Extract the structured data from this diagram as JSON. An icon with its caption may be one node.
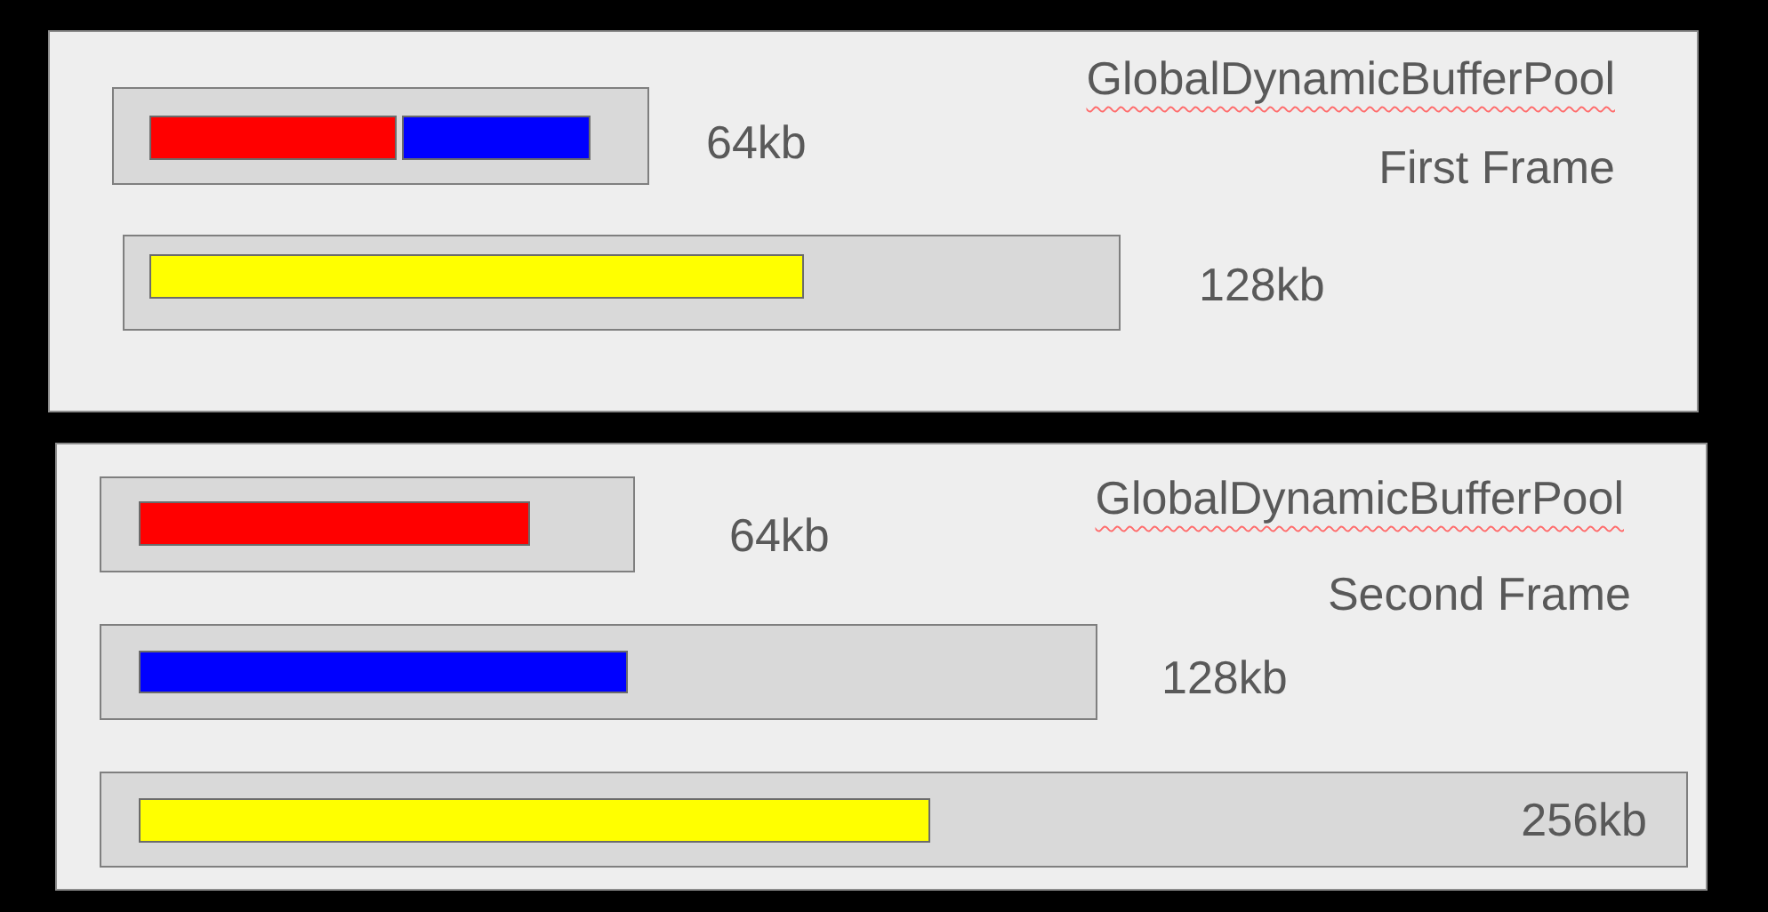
{
  "diagram": {
    "nodes": [
      {
        "text": [
          "GlobalDynamicBufferPool",
          "First Frame"
        ]
      },
      {
        "text": [],
        "shape": "box",
        "in": 0,
        "beside": [
          "64kb"
        ]
      },
      {
        "text": [],
        "shape": "bar",
        "in": 1
      },
      {
        "text": [],
        "shape": "bar",
        "in": 1
      },
      {
        "text": [],
        "shape": "box",
        "in": 0,
        "beside": [
          "128kb"
        ]
      },
      {
        "text": [],
        "shape": "bar",
        "in": 4
      },
      {
        "text": [
          "GlobalDynamicBufferPool",
          "Second Frame"
        ]
      },
      {
        "text": [],
        "shape": "box",
        "in": 6,
        "beside": [
          "64kb"
        ]
      },
      {
        "text": [],
        "shape": "bar",
        "in": 7
      },
      {
        "text": [],
        "shape": "box",
        "in": 6,
        "beside": [
          "128kb"
        ]
      },
      {
        "text": [],
        "shape": "bar",
        "in": 9
      },
      {
        "text": [
          "256kb"
        ],
        "in": 6
      },
      {
        "text": [],
        "shape": "bar",
        "in": 11
      }
    ]
  }
}
